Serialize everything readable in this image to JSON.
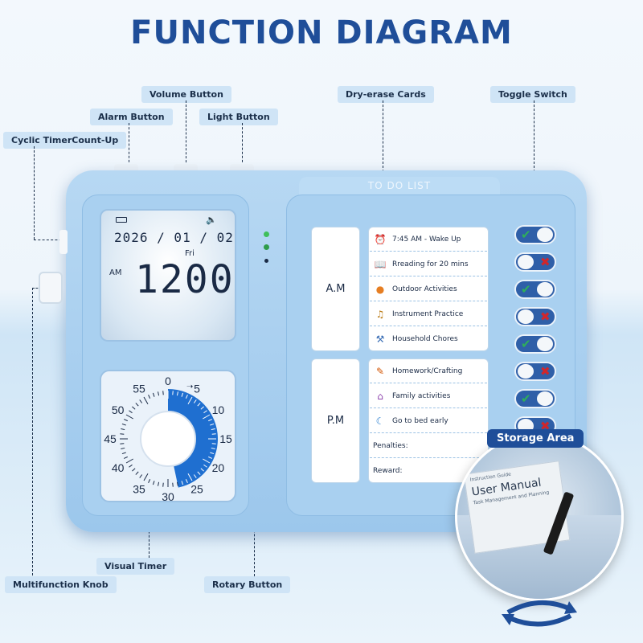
{
  "title": "FUNCTION DIAGRAM",
  "labels": {
    "volume_button": "Volume Button",
    "alarm_button": "Alarm Button",
    "light_button": "Light Button",
    "cyclic_timer": "Cyclic TimerCount-Up",
    "dry_erase_cards": "Dry-erase Cards",
    "toggle_switch": "Toggle Switch",
    "storage_area": "Storage Area",
    "visual_timer": "Visual Timer",
    "multifunction_knob": "Multifunction Knob",
    "rotary_button": "Rotary Button"
  },
  "device": {
    "todo_tab": "TO DO LIST",
    "lcd": {
      "date": "2026 / 01 / 02",
      "weekday": "Fri",
      "ampm": "AM",
      "time": "1200"
    },
    "timer_dial": [
      "0",
      "5",
      "10",
      "15",
      "20",
      "25",
      "30",
      "35",
      "40",
      "45",
      "50",
      "55"
    ],
    "periods": {
      "am": "A.M",
      "pm": "P.M"
    },
    "am_tasks": [
      {
        "label": "7:45 AM - Wake Up",
        "icon": "alarm-clock-icon"
      },
      {
        "label": "Rreading for 20 mins",
        "icon": "book-icon"
      },
      {
        "label": "Outdoor Activities",
        "icon": "basketball-icon"
      },
      {
        "label": "Instrument Practice",
        "icon": "guitar-icon"
      },
      {
        "label": "Household Chores",
        "icon": "broom-icon"
      }
    ],
    "pm_tasks": [
      {
        "label": "Homework/Crafting",
        "icon": "pencil-icon"
      },
      {
        "label": "Family activities",
        "icon": "house-icon"
      },
      {
        "label": "Go to bed early",
        "icon": "bed-icon"
      }
    ],
    "penalties": "Penalties:",
    "reward": "Reward:",
    "toggles": [
      "check",
      "cross",
      "check",
      "cross",
      "check",
      "cross",
      "check",
      "cross"
    ]
  },
  "storage": {
    "manual_title": "User Manual",
    "manual_subtitle": "Task Management and Planning",
    "manual_top": "Instruction Guide"
  },
  "colors": {
    "title": "#1f4e99",
    "device": "#a9d0f0",
    "toggle": "#2f5fa8",
    "check": "#2fae5a",
    "cross": "#d0262b"
  }
}
